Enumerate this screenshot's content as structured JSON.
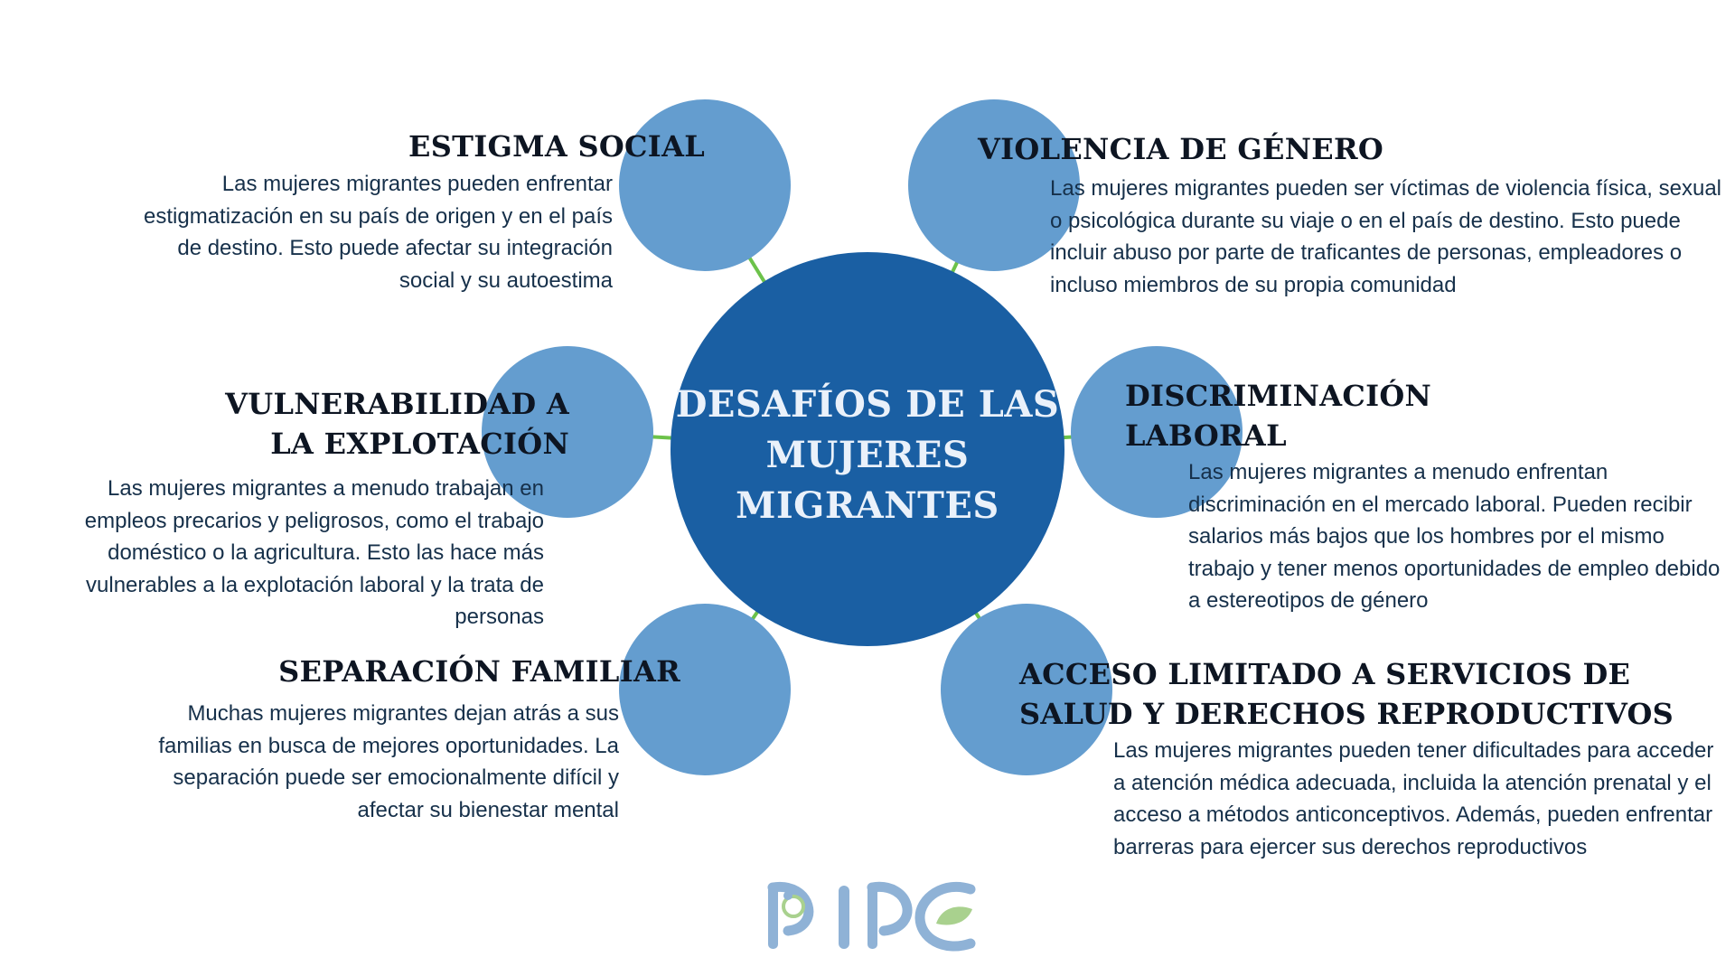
{
  "center": {
    "title": "DESAFÍOS DE LAS MUJERES MIGRANTES"
  },
  "colors": {
    "center_fill": "#1a5fa3",
    "satellite_fill": "#649dcf",
    "connector": "#6cc24a",
    "title_text": "#0d1522",
    "body_text": "#16304a",
    "logo_blue": "#8fb2d6",
    "logo_green": "#a9d18e"
  },
  "nodes": [
    {
      "id": "estigma",
      "title": "ESTIGMA SOCIAL",
      "description": "Las mujeres migrantes pueden enfrentar estigmatización en su país de origen y en el país de destino. Esto puede afectar su integración social y su autoestima"
    },
    {
      "id": "violencia",
      "title": "VIOLENCIA DE GÉNERO",
      "description": "Las mujeres migrantes pueden ser víctimas de violencia física, sexual o psicológica durante su viaje o en el país de destino. Esto puede incluir abuso por parte de traficantes de personas, empleadores o incluso miembros de su propia comunidad"
    },
    {
      "id": "vulnerabilidad",
      "title": "VULNERABILIDAD A LA EXPLOTACIÓN",
      "description": "Las mujeres migrantes a menudo trabajan en empleos precarios y peligrosos, como el trabajo doméstico o la agricultura. Esto las hace más vulnerables a la explotación laboral y la trata de personas"
    },
    {
      "id": "discriminacion",
      "title": "DISCRIMINACIÓN LABORAL",
      "description": "Las mujeres migrantes a menudo enfrentan discriminación en el mercado laboral. Pueden recibir salarios más bajos que los hombres por el mismo trabajo y tener menos oportunidades de empleo debido a estereotipos de género"
    },
    {
      "id": "separacion",
      "title": "SEPARACIÓN FAMILIAR",
      "description": "Muchas mujeres migrantes dejan atrás a sus familias en busca de mejores oportunidades. La separación puede ser emocionalmente difícil y afectar su bienestar mental"
    },
    {
      "id": "acceso",
      "title": "ACCESO LIMITADO A SERVICIOS DE SALUD Y DERECHOS REPRODUCTIVOS",
      "description": "Las mujeres migrantes pueden tener dificultades para acceder a atención médica adecuada, incluida la atención prenatal y el acceso a métodos anticonceptivos. Además, pueden enfrentar barreras para ejercer sus derechos reproductivos"
    }
  ],
  "logo": {
    "text": "PIPE"
  }
}
